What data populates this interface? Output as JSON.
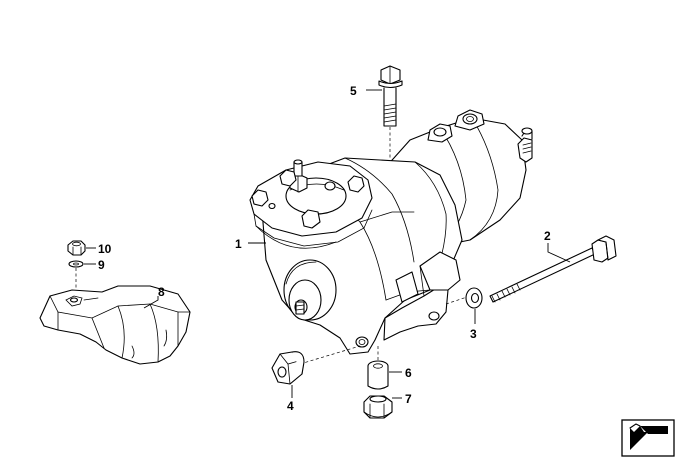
{
  "callouts": [
    {
      "id": "1",
      "label": "1"
    },
    {
      "id": "2",
      "label": "2"
    },
    {
      "id": "3",
      "label": "3"
    },
    {
      "id": "4",
      "label": "4"
    },
    {
      "id": "5",
      "label": "5"
    },
    {
      "id": "6",
      "label": "6"
    },
    {
      "id": "7",
      "label": "7"
    },
    {
      "id": "8",
      "label": "8"
    },
    {
      "id": "9",
      "label": "9"
    },
    {
      "id": "10",
      "label": "10"
    }
  ],
  "icons": {
    "corner": "arrow-indicator-icon"
  }
}
